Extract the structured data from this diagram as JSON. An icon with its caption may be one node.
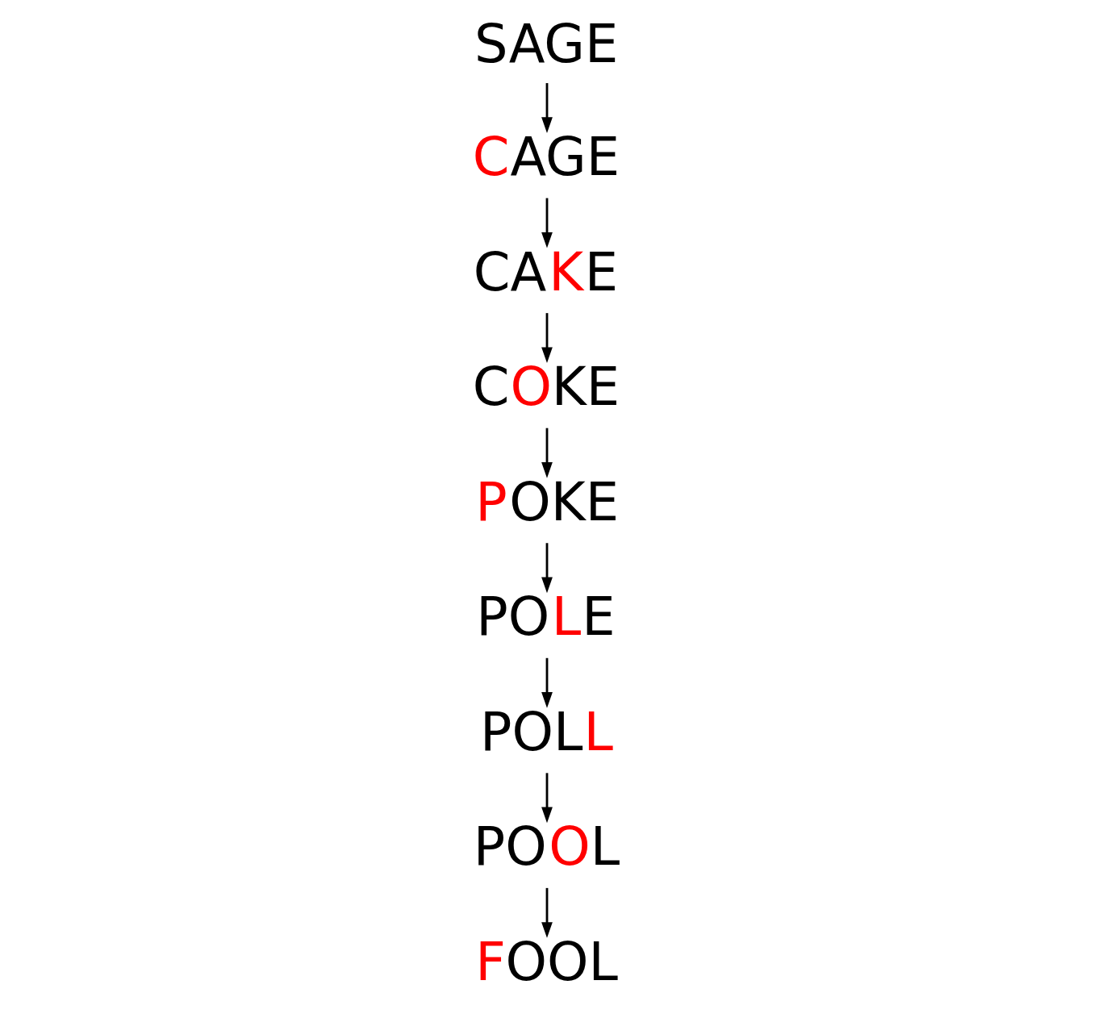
{
  "diagram": {
    "nodes": [
      {
        "text": [
          "SAGE"
        ]
      },
      {
        "text": [
          "CAGE"
        ]
      },
      {
        "text": [
          "CAKE"
        ]
      },
      {
        "text": [
          "COKE"
        ]
      },
      {
        "text": [
          "POKE"
        ]
      },
      {
        "text": [
          "POLE"
        ]
      },
      {
        "text": [
          "POLL"
        ]
      },
      {
        "text": [
          "POOL"
        ]
      },
      {
        "text": [
          "FOOL"
        ]
      }
    ],
    "edges": [
      {
        "from": 0,
        "to": 1,
        "arrow": "to"
      },
      {
        "from": 1,
        "to": 2,
        "arrow": "to"
      },
      {
        "from": 2,
        "to": 3,
        "arrow": "to"
      },
      {
        "from": 3,
        "to": 4,
        "arrow": "to"
      },
      {
        "from": 4,
        "to": 5,
        "arrow": "to"
      },
      {
        "from": 5,
        "to": 6,
        "arrow": "to"
      },
      {
        "from": 6,
        "to": 7,
        "arrow": "to"
      },
      {
        "from": 7,
        "to": 8,
        "arrow": "to"
      }
    ]
  }
}
